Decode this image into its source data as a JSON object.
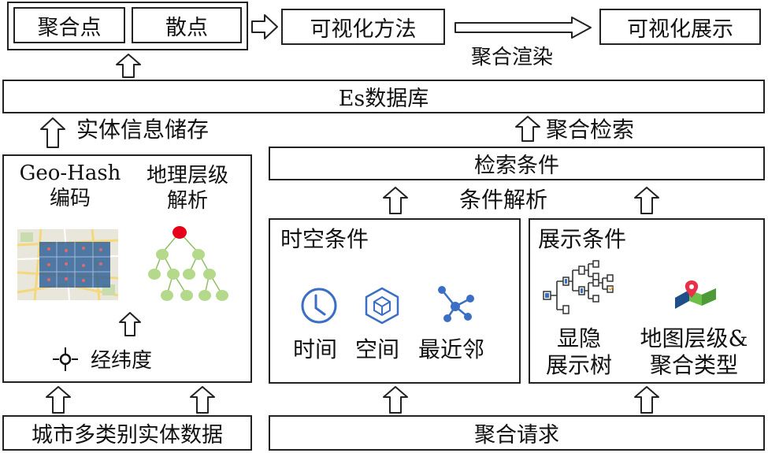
{
  "top": {
    "agg_point": "聚合点",
    "scatter": "散点",
    "vis_method": "可视化方法",
    "agg_render": "聚合渲染",
    "vis_display": "可视化展示"
  },
  "es_db": "Es数据库",
  "entity_store": "实体信息储存",
  "agg_search": "聚合检索",
  "search_cond": "检索条件",
  "cond_parse": "条件解析",
  "left_panel": {
    "geohash_line1": "Geo-Hash",
    "geohash_line2": "编码",
    "geo_level_line1": "地理层级",
    "geo_level_line2": "解析",
    "latlng": "经纬度"
  },
  "spacetime": {
    "title": "时空条件",
    "time": "时间",
    "space": "空间",
    "nearest": "最近邻"
  },
  "display": {
    "title": "展示条件",
    "tree_line1": "显隐",
    "tree_line2": "展示树",
    "map_line1": "地图层级&",
    "map_line2": "聚合类型"
  },
  "bottom": {
    "city_data": "城市多类别实体数据",
    "agg_request": "聚合请求"
  },
  "colors": {
    "stroke": "#222222",
    "icon_blue": "#3a6fc4",
    "tree_root": "#e8001a",
    "tree_node": "#b5d98a",
    "map_blue": "#1f4f8a",
    "map_green": "#6cbf47"
  }
}
